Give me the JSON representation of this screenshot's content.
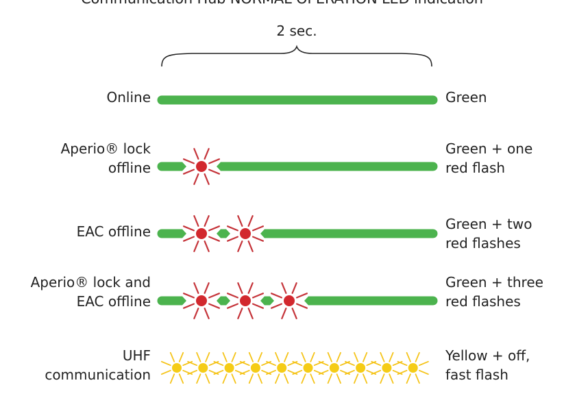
{
  "title": "Communication Hub NORMAL OPERATION LED indication",
  "duration_label": "2 sec.",
  "colors": {
    "green": "#4cb34e",
    "red_flash": "#d2282e",
    "red_ray": "#c5343a",
    "yellow": "#f5cc16",
    "yellow_ray": "#f5c316",
    "bracket": "#222222"
  },
  "rows": [
    {
      "id": "online",
      "label_lines": [
        "Online"
      ],
      "result_lines": [
        "Green"
      ],
      "style": "green",
      "flash_count": 0
    },
    {
      "id": "aperio-offline",
      "label_lines": [
        "Aperio® lock",
        "offline"
      ],
      "result_lines": [
        "Green + one",
        "red flash"
      ],
      "style": "green",
      "flash_count": 1
    },
    {
      "id": "eac-offline",
      "label_lines": [
        "EAC offline"
      ],
      "result_lines": [
        "Green + two",
        "red flashes"
      ],
      "style": "green",
      "flash_count": 2
    },
    {
      "id": "aperio-eac-offline",
      "label_lines": [
        "Aperio® lock and",
        "EAC offline"
      ],
      "result_lines": [
        "Green + three",
        "red flashes"
      ],
      "style": "green",
      "flash_count": 3
    },
    {
      "id": "uhf",
      "label_lines": [
        "UHF",
        "communication"
      ],
      "result_lines": [
        "Yellow + off,",
        "fast flash"
      ],
      "style": "yellow",
      "flash_count": 10
    }
  ]
}
